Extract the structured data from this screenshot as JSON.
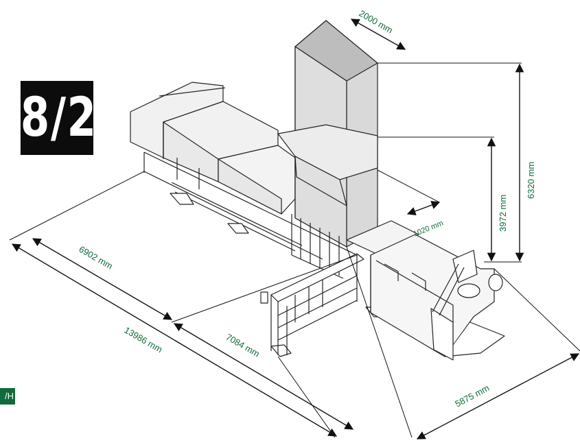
{
  "model_badge": "8/2",
  "corner_tag": "/H",
  "dimensions": {
    "top_width": "2000 mm",
    "total_height": "6320 mm",
    "feed_height": "3972 mm",
    "hopper_depth": "1020 mm",
    "rear_length": "6902 mm",
    "total_length": "13986 mm",
    "front_length": "7084 mm",
    "total_width": "5875 mm"
  },
  "colors": {
    "dimension_text": "#0f6b3a",
    "badge_bg": "#0c0c0c",
    "tag_bg": "#0f6b3a"
  }
}
